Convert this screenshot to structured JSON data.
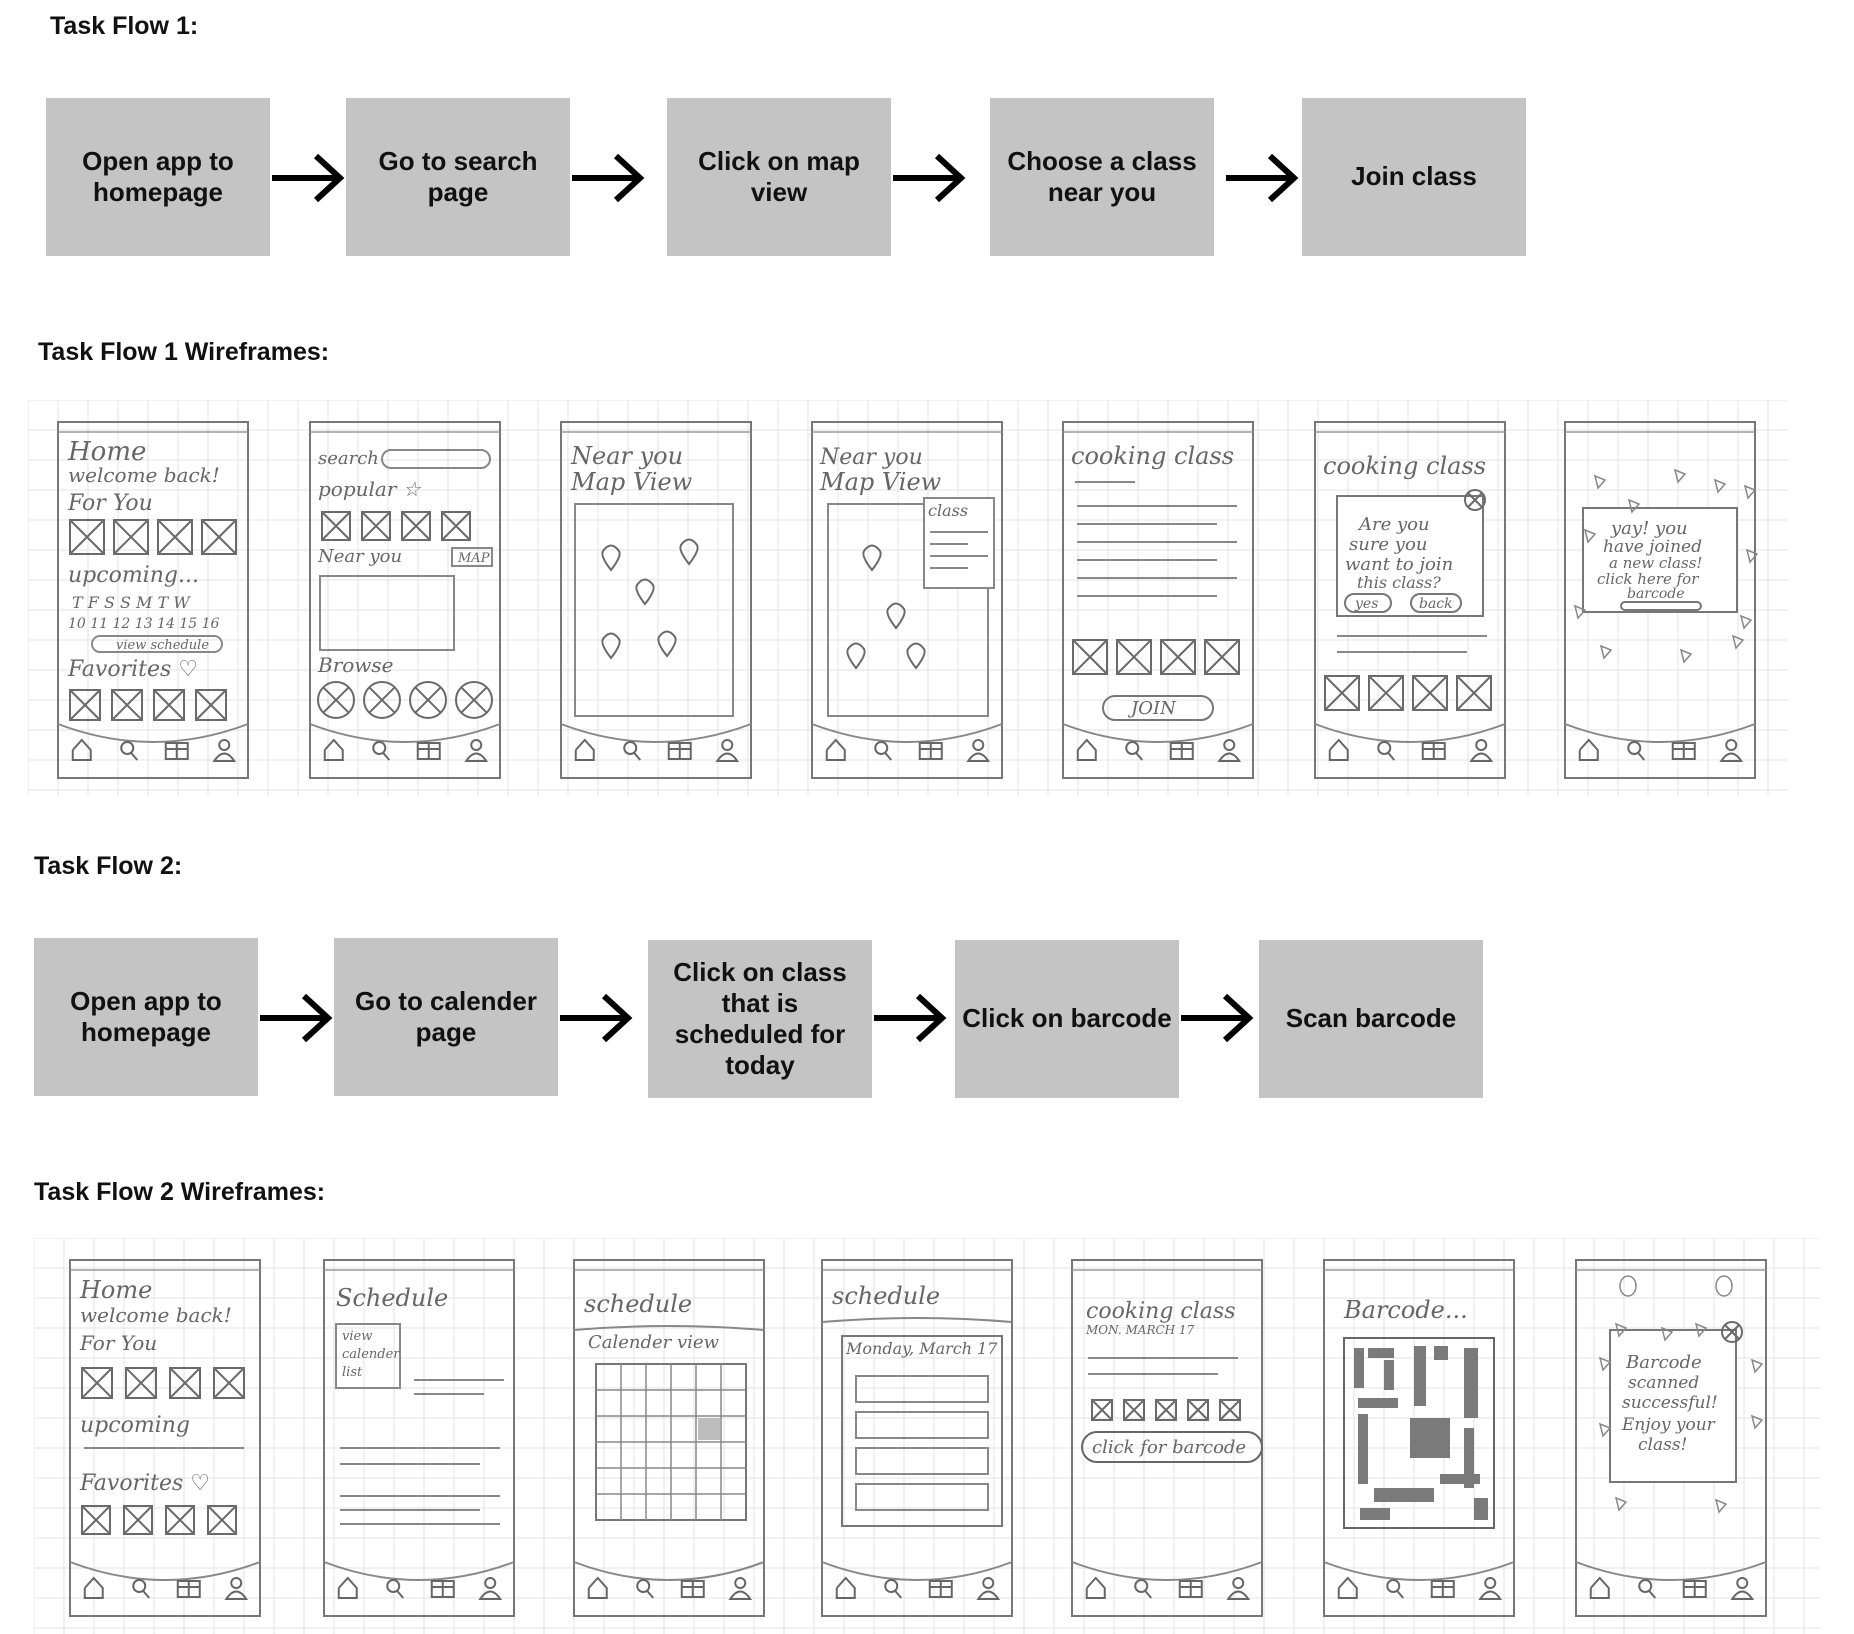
{
  "task_flow_1": {
    "heading": "Task Flow 1:",
    "steps": [
      "Open app to homepage",
      "Go to search page",
      "Click on map view",
      "Choose a class near you",
      "Join class"
    ]
  },
  "task_flow_1_wireframes": {
    "heading": "Task Flow 1 Wireframes:",
    "screens": [
      {
        "lines": [
          "Home",
          "welcome back!",
          "For You",
          "upcoming...",
          "T F S S M T W",
          "10 11 12 13 14 15 16",
          "view schedule",
          "Favorites ♡"
        ]
      },
      {
        "lines": [
          "search",
          "popular ☆",
          "Near you",
          "MAP",
          "Browse"
        ]
      },
      {
        "lines": [
          "Near you",
          "Map View"
        ]
      },
      {
        "lines": [
          "Near you",
          "Map View",
          "class"
        ]
      },
      {
        "lines": [
          "cooking class",
          "JOIN"
        ]
      },
      {
        "lines": [
          "cooking class",
          "Are you",
          "sure you",
          "want to join",
          "this class?",
          "yes",
          "back"
        ]
      },
      {
        "lines": [
          "yay! you",
          "have joined",
          "a new class!",
          "click here for",
          "barcode"
        ]
      }
    ]
  },
  "task_flow_2": {
    "heading": "Task Flow 2:",
    "steps": [
      "Open app to homepage",
      "Go to calender page",
      "Click on class that is scheduled for today",
      "Click on barcode",
      "Scan barcode"
    ]
  },
  "task_flow_2_wireframes": {
    "heading": "Task Flow 2 Wireframes:",
    "screens": [
      {
        "lines": [
          "Home",
          "welcome back!",
          "For You",
          "upcoming",
          "Favorites ♡"
        ]
      },
      {
        "lines": [
          "Schedule",
          "view",
          "calender",
          "list"
        ]
      },
      {
        "lines": [
          "schedule",
          "Calender view"
        ]
      },
      {
        "lines": [
          "schedule",
          "Monday, March 17"
        ]
      },
      {
        "lines": [
          "cooking class",
          "MON. MARCH 17",
          "click for barcode"
        ]
      },
      {
        "lines": [
          "Barcode..."
        ]
      },
      {
        "lines": [
          "Barcode",
          "scanned",
          "successful!",
          "Enjoy your",
          "class!"
        ]
      }
    ]
  },
  "icons": [
    "right-arrow-icon",
    "home-icon",
    "search-icon",
    "calendar-icon",
    "profile-icon",
    "map-pin-icon",
    "close-icon"
  ]
}
